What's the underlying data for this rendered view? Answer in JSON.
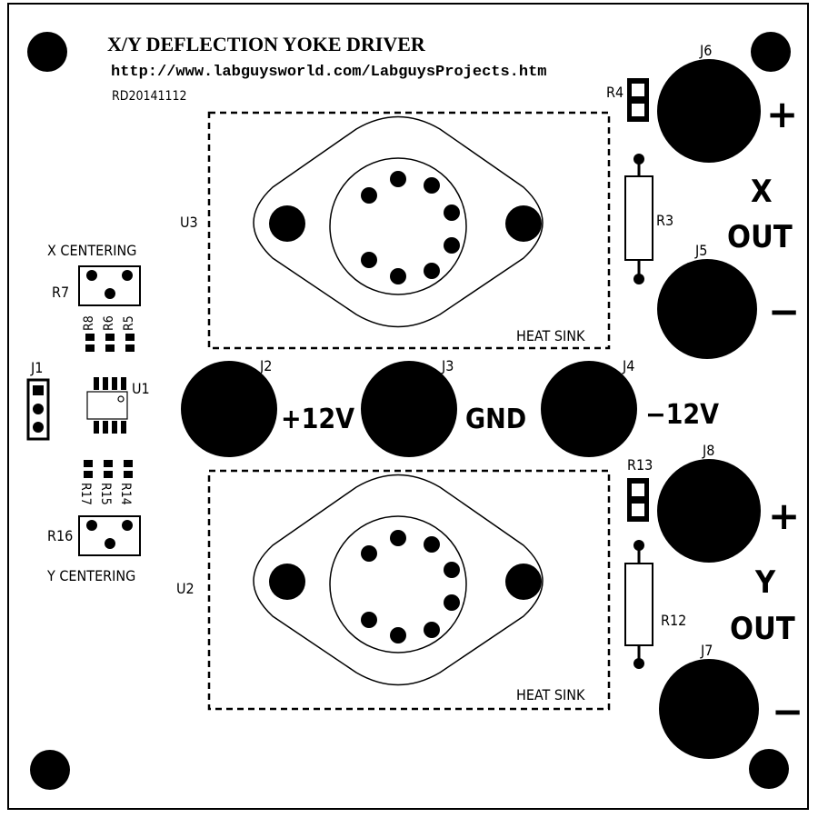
{
  "header": {
    "title": "X/Y DEFLECTION YOKE DRIVER",
    "url": "http://www.labguysworld.com/LabguysProjects.htm",
    "revision": "RD20141112"
  },
  "designators": {
    "u1": "U1",
    "u2": "U2",
    "u3": "U3",
    "j1": "J1",
    "j2": "J2",
    "j3": "J3",
    "j4": "J4",
    "j5": "J5",
    "j6": "J6",
    "j7": "J7",
    "j8": "J8",
    "r3": "R3",
    "r4": "R4",
    "r5": "R5",
    "r6": "R6",
    "r7": "R7",
    "r8": "R8",
    "r12": "R12",
    "r13": "R13",
    "r14": "R14",
    "r15": "R15",
    "r16": "R16",
    "r17": "R17"
  },
  "labels": {
    "x_centering": "X CENTERING",
    "y_centering": "Y CENTERING",
    "heat_sink_top": "HEAT SINK",
    "heat_sink_bottom": "HEAT SINK",
    "plus12v": "+12V",
    "gnd": "GND",
    "minus12v": "−12V",
    "x": "X",
    "x_out": "OUT",
    "y": "Y",
    "y_out": "OUT",
    "x_plus": "+",
    "x_minus": "−",
    "y_plus": "+",
    "y_minus": "−"
  },
  "colors": {
    "ink": "#000000",
    "board": "#ffffff"
  }
}
